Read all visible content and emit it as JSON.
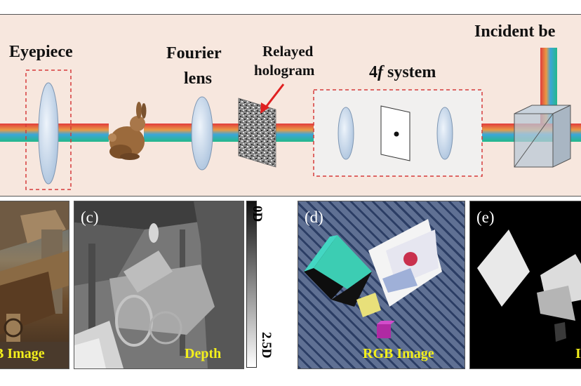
{
  "top_labels": {
    "eyepiece": "Eyepiece",
    "fourier_lens_line1": "Fourier",
    "fourier_lens_line2": "lens",
    "relayed_hologram_line1": "Relayed",
    "relayed_hologram_line2": "hologram",
    "four_f_italic": "4",
    "four_f_f": "f",
    "four_f_rest": " system",
    "incident_beam": "Incident be"
  },
  "panels": {
    "b": {
      "letter": "",
      "caption": "B Image"
    },
    "c": {
      "letter": "(c)",
      "caption": "Depth",
      "scale_top": "0D",
      "scale_bottom": "2.5D"
    },
    "d": {
      "letter": "(d)",
      "caption": "RGB Image"
    },
    "e": {
      "letter": "(e)",
      "caption": "I"
    }
  },
  "colors": {
    "top_bg": "#f7e7de",
    "caption_yellow": "#f3ef1c",
    "dashed_red": "#d63a3a",
    "beam": [
      "#e23b3b",
      "#e5a040",
      "#3ba0d8",
      "#2fbf8a"
    ]
  }
}
